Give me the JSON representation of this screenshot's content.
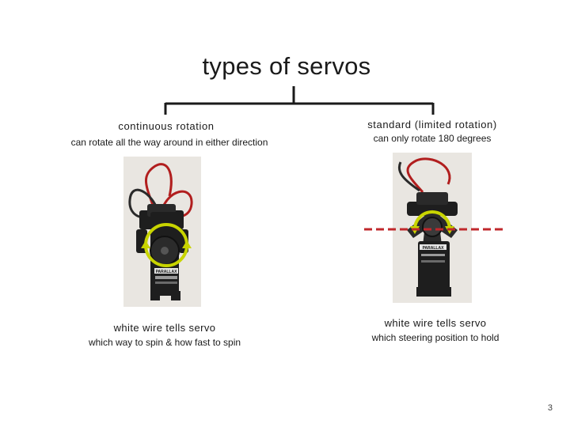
{
  "slide": {
    "title": "types of servos",
    "left": {
      "heading": "continuous rotation",
      "description": "can rotate all the way around in either direction",
      "caption_title": "white wire tells servo",
      "caption_text": "which way to spin & how fast to spin",
      "photo_label": "PARALLAX"
    },
    "right": {
      "heading": "standard (limited rotation)",
      "description": "can only rotate 180 degrees",
      "caption_title": "white wire tells servo",
      "caption_text": "which steering position to hold",
      "photo_label": "PARALLAX"
    },
    "page_number": "3"
  },
  "colors": {
    "arrow": "#c8d400",
    "dash": "#c0282c",
    "servo_body": "#1e1e1e",
    "wire_red": "#b11e1e",
    "photo_bg": "#e9e6e1"
  }
}
